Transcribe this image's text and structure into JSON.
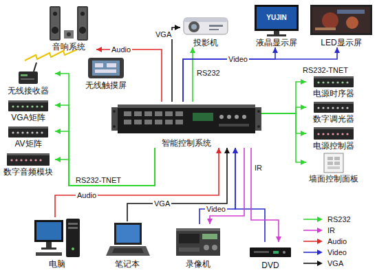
{
  "diagram": {
    "nodes": [
      {
        "text": [
          "音响系统"
        ]
      },
      {
        "text": [
          "投影机"
        ]
      },
      {
        "text": [
          "液晶显示屏"
        ]
      },
      {
        "text": [
          "LED显示屏"
        ]
      },
      {
        "text": [
          "无线接收器"
        ]
      },
      {
        "text": [
          "无线触摸屏"
        ]
      },
      {
        "text": [
          "VGA矩阵"
        ]
      },
      {
        "text": [
          "AV矩阵"
        ]
      },
      {
        "text": [
          "数字音频模块"
        ]
      },
      {
        "text": [
          "智能控制系统"
        ]
      },
      {
        "text": [
          "电源时序器"
        ]
      },
      {
        "text": [
          "数字调光器"
        ]
      },
      {
        "text": [
          "电源控制器"
        ]
      },
      {
        "text": [
          "墙面控制面板"
        ]
      },
      {
        "text": [
          "电脑"
        ]
      },
      {
        "text": [
          "笔记本"
        ]
      },
      {
        "text": [
          "录像机"
        ]
      },
      {
        "text": [
          "DVD"
        ]
      }
    ],
    "edges": [
      {
        "from": 9,
        "to": 0,
        "label": "Audio",
        "arrow": "to"
      },
      {
        "from": 9,
        "to": 1,
        "label": "VGA",
        "arrow": "to"
      },
      {
        "from": 9,
        "to": 1,
        "label": "RS232",
        "arrow": "to"
      },
      {
        "from": 9,
        "to": 2,
        "label": "Video",
        "arrow": "to"
      },
      {
        "from": 9,
        "to": 3,
        "arrow": "to"
      },
      {
        "from": 9,
        "to": 4,
        "label": "RS232-TNET",
        "arrow": "to"
      },
      {
        "from": 9,
        "to": 6,
        "arrow": "to"
      },
      {
        "from": 9,
        "to": 7,
        "arrow": "to"
      },
      {
        "from": 9,
        "to": 8,
        "arrow": "to"
      },
      {
        "from": 9,
        "to": 10,
        "label": "RS232-TNET",
        "arrow": "to"
      },
      {
        "from": 9,
        "to": 11,
        "arrow": "to"
      },
      {
        "from": 9,
        "to": 12,
        "arrow": "to"
      },
      {
        "from": 9,
        "to": 13,
        "arrow": "to"
      },
      {
        "from": 14,
        "to": 9,
        "label": "Audio",
        "arrow": "to"
      },
      {
        "from": 15,
        "to": 9,
        "label": "VGA",
        "arrow": "to"
      },
      {
        "from": 16,
        "to": 9,
        "label": "Video",
        "arrow": "to"
      },
      {
        "from": 17,
        "to": 9,
        "arrow": "to"
      },
      {
        "from": 9,
        "to": 16,
        "label": "IR",
        "arrow": "to"
      },
      {
        "from": 9,
        "to": 17,
        "arrow": "to"
      }
    ],
    "labels": [
      "YUJIN"
    ],
    "legend": [
      {
        "text": "RS232"
      },
      {
        "text": "IR"
      },
      {
        "text": "Audio"
      },
      {
        "text": "Video"
      },
      {
        "text": "VGA"
      }
    ]
  }
}
